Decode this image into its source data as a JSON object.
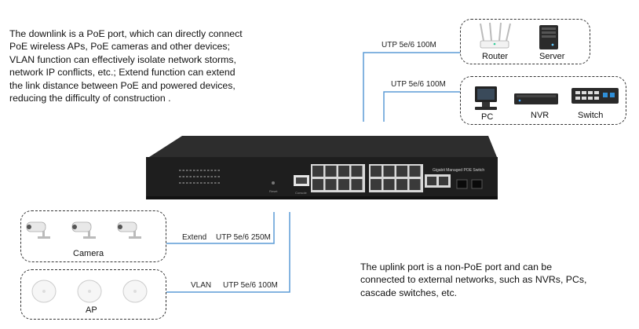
{
  "descriptions": {
    "downlink": "The downlink is a PoE port, which can directly connect PoE wireless APs, PoE cameras and other devices; VLAN function can effectively isolate network storms, network IP conflicts, etc.; Extend function can extend the link distance between PoE and powered devices, reducing the difficulty of construction .",
    "uplink": "The uplink port is a non-PoE port and can be connected to external networks, such as NVRs, PCs, cascade switches, etc."
  },
  "links": {
    "router_server": "UTP 5e/6  100M",
    "pc_nvr_switch": "UTP 5e/6  100M",
    "camera_mode": "Extend",
    "camera_cable": "UTP 5e/6  250M",
    "ap_mode": "VLAN",
    "ap_cable": "UTP 5e/6  100M"
  },
  "devices": {
    "router": "Router",
    "server": "Server",
    "pc": "PC",
    "nvr": "NVR",
    "switch": "Switch",
    "camera": "Camera",
    "ap": "AP"
  },
  "switch_panel": {
    "model_text": "Gigabit Managed POE Switch",
    "reset_text": "Reset",
    "console_text": "Console"
  },
  "colors": {
    "link_line": "#5b9bd5",
    "switch_body": "#1e1e1e"
  }
}
